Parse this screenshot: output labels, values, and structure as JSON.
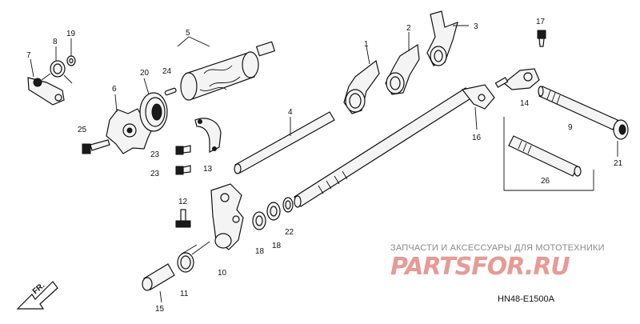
{
  "diagram": {
    "part_numbers": [
      "1",
      "2",
      "3",
      "4",
      "5",
      "6",
      "7",
      "8",
      "9",
      "10",
      "11",
      "12",
      "13",
      "14",
      "15",
      "16",
      "17",
      "18",
      "18",
      "19",
      "20",
      "21",
      "22",
      "23",
      "23",
      "24",
      "25",
      "26"
    ],
    "direction_label": "FR.",
    "code": "HN48-E1500A",
    "watermark": {
      "text": "ЗАПЧАСТИ И АКСЕССУАРЫ ДЛЯ МОТОТЕХНИКИ",
      "logo": "PARTSFOR.RU"
    }
  }
}
